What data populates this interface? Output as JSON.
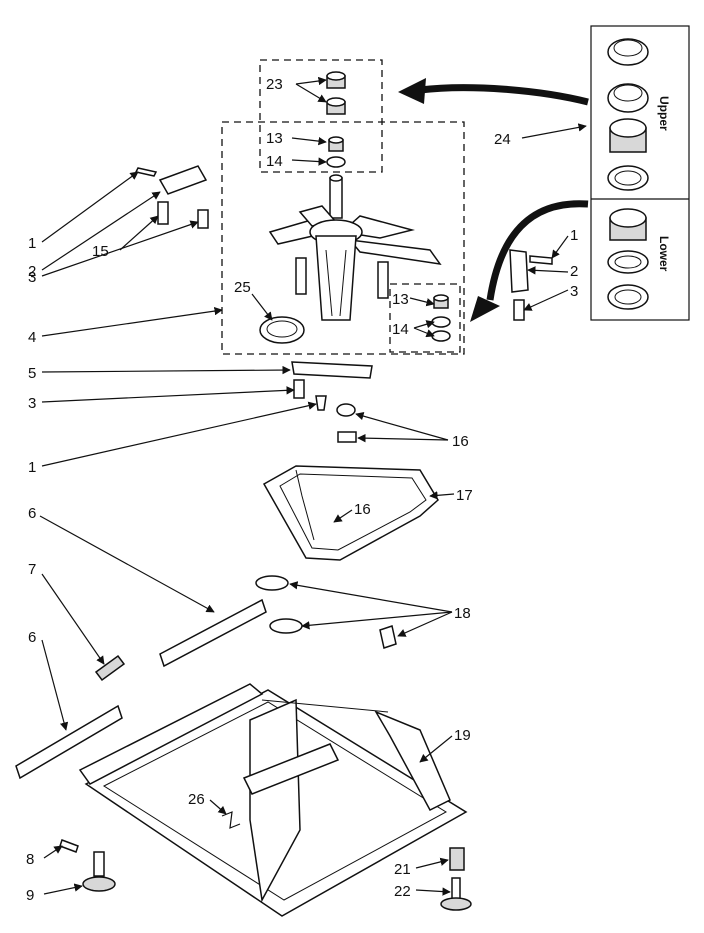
{
  "callouts": {
    "c1": "1",
    "c2": "2",
    "c3": "3",
    "c4": "4",
    "c5": "5",
    "c6": "6",
    "c7": "7",
    "c8": "8",
    "c9": "9",
    "c13": "13",
    "c14": "14",
    "c15": "15",
    "c16": "16",
    "c17": "17",
    "c18": "18",
    "c19": "19",
    "c21": "21",
    "c22": "22",
    "c23": "23",
    "c24": "24",
    "c25": "25",
    "c26": "26"
  },
  "kit_labels": {
    "upper": "Upper",
    "lower": "Lower"
  }
}
